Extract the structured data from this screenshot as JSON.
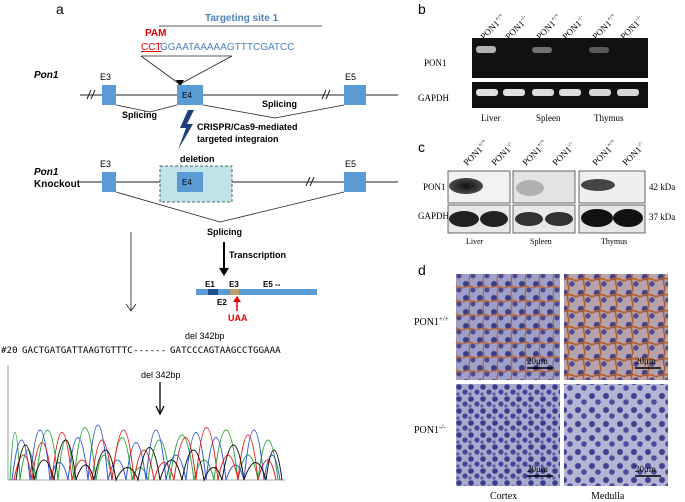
{
  "panel_a": {
    "label": "a",
    "pam": "PAM",
    "targeting_site": "Targeting site 1",
    "seq_pam": "CCT",
    "seq_rest": "GGAATAAAAAGTTTCGATCC",
    "gene_label": "Pon1",
    "knockout_gene": "Pon1",
    "knockout_word": "Knockout",
    "e3": "E3",
    "e4": "E4",
    "e5": "E5",
    "splicing": "Splicing",
    "crispr_line1": "CRISPR/Cas9-mediated",
    "crispr_line2": "targeted integraion",
    "deletion": "deletion",
    "transcription": "Transcription",
    "m_e1": "E1",
    "m_e2": "E2",
    "m_e3": "E3",
    "m_e5": "E5 --",
    "uaa": "UAA",
    "del_top": "del 342bp",
    "seq_id": "#20",
    "seq_left": "GACTGATGATTAAGTGTTTC",
    "seq_dash": "------",
    "seq_right": "GATCCCAGTAAGCCTGGAAA",
    "del_chrom": "del 342bp"
  },
  "panel_b": {
    "label": "b",
    "lanes": [
      "PON1+/+",
      "PON1-/-",
      "PON1+/+",
      "PON1-/-",
      "PON1+/+",
      "PON1-/-"
    ],
    "lane_base": "PON1",
    "lane_sups": [
      "+/+",
      "-/-",
      "+/+",
      "-/-",
      "+/+",
      "-/-"
    ],
    "row1": "PON1",
    "row2": "GAPDH",
    "tissues": [
      "Liver",
      "Spleen",
      "Thymus"
    ]
  },
  "panel_c": {
    "label": "c",
    "lane_base": "PON1",
    "lane_sups": [
      "+/+",
      "-/-",
      "+/+",
      "-/-",
      "+/+",
      "-/-"
    ],
    "row1": "PON1",
    "row2": "GAPDH",
    "size1": "42 kDa",
    "size2": "37 kDa",
    "tissues": [
      "Liver",
      "Spleen",
      "Thymus"
    ]
  },
  "panel_d": {
    "label": "d",
    "row1_base": "PON1",
    "row1_sup": "+/+",
    "row2_base": "PON1",
    "row2_sup": "-/-",
    "scale": "20μm",
    "col1": "Cortex",
    "col2": "Medulla"
  },
  "colors": {
    "exon": "#5b9bd5",
    "seq_blue": "#4f81bd",
    "pam_red": "#e00000",
    "deletion_box": "#bfe3e8",
    "chrom_blue": "#2f55d4",
    "chrom_green": "#21a637",
    "chrom_red": "#e22020",
    "chrom_black": "#111111"
  }
}
